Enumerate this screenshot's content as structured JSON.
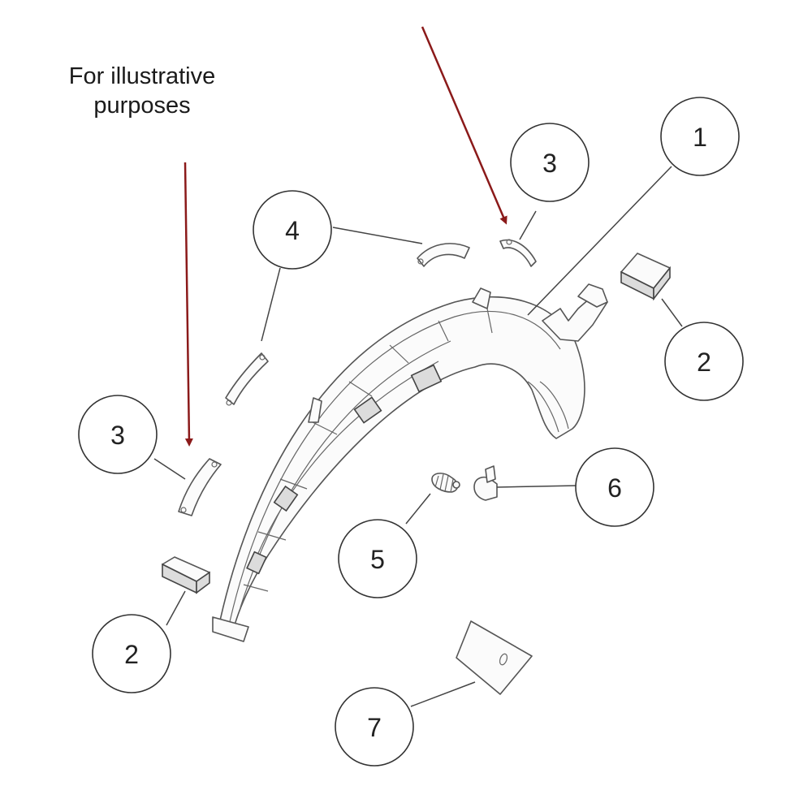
{
  "note": {
    "line1": "For illustrative",
    "line2": "purposes"
  },
  "colors": {
    "arrow": "#8b1a1a",
    "line": "#333333"
  },
  "callouts": [
    {
      "id": "1",
      "label": "1"
    },
    {
      "id": "2a",
      "label": "2"
    },
    {
      "id": "2b",
      "label": "2"
    },
    {
      "id": "3a",
      "label": "3"
    },
    {
      "id": "3b",
      "label": "3"
    },
    {
      "id": "4",
      "label": "4"
    },
    {
      "id": "5",
      "label": "5"
    },
    {
      "id": "6",
      "label": "6"
    },
    {
      "id": "7",
      "label": "7"
    }
  ]
}
